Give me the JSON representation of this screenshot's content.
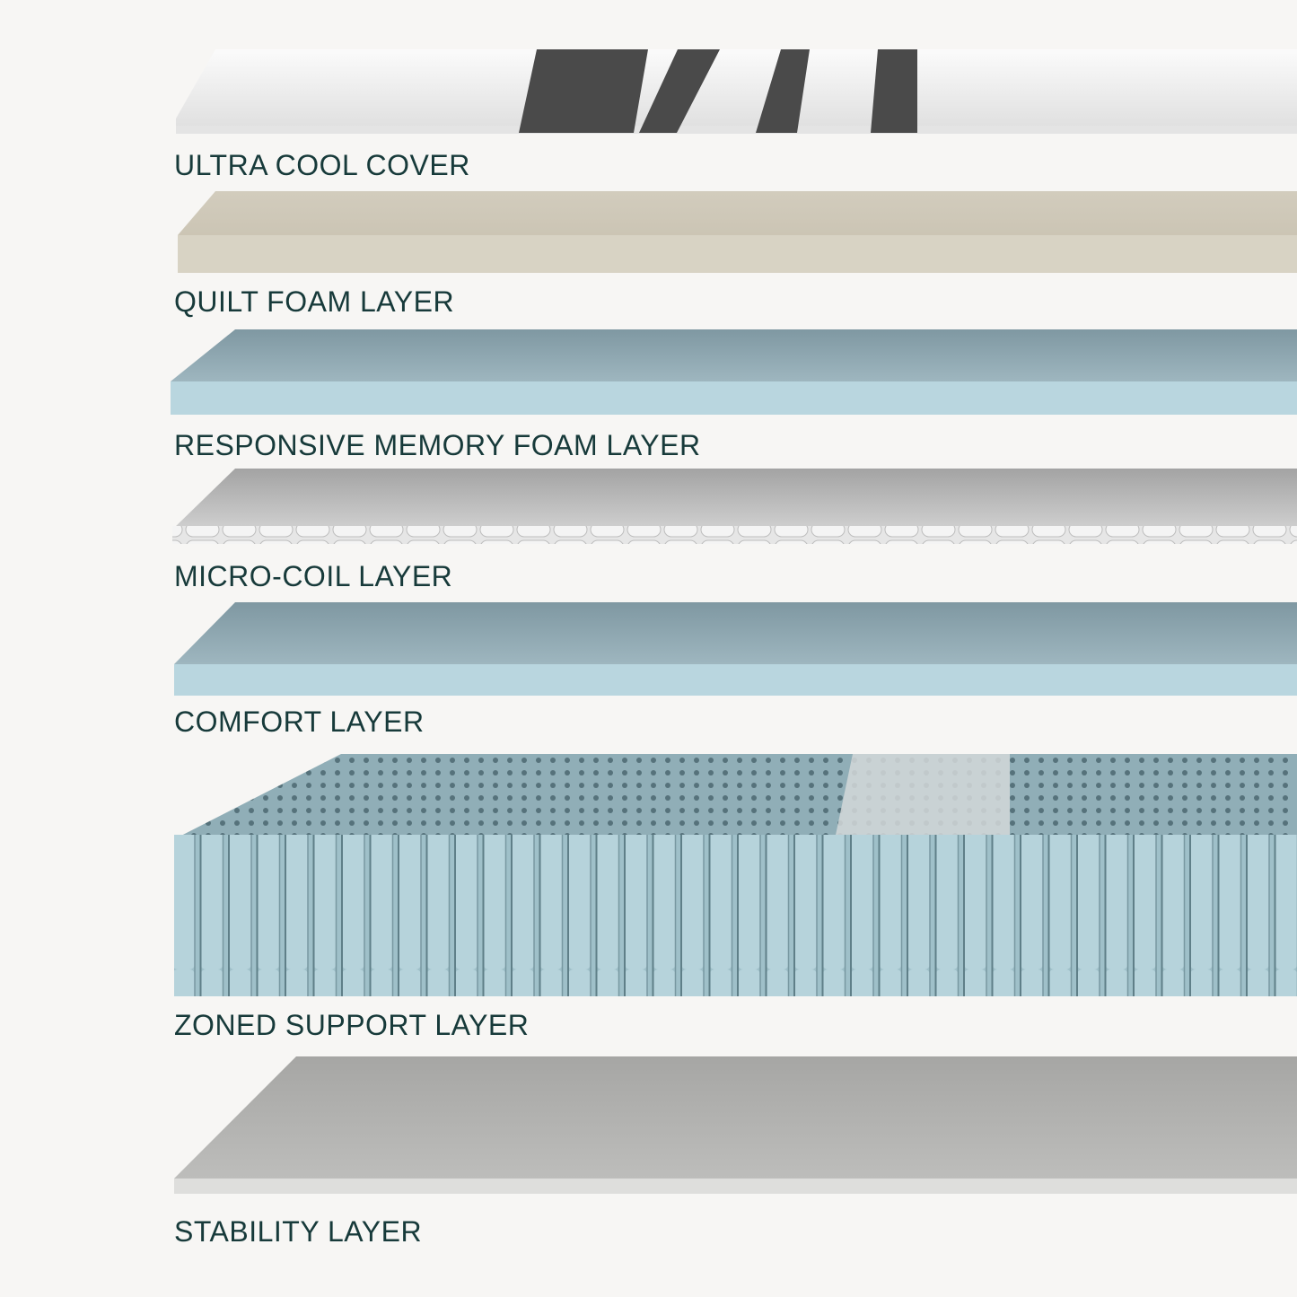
{
  "layers": [
    {
      "label": "ULTRA COOL COVER",
      "color": "#e9e9e9"
    },
    {
      "label": "QUILT FOAM LAYER",
      "color": "#d8d3c4"
    },
    {
      "label": "RESPONSIVE MEMORY FOAM LAYER",
      "color": "#b9d6df"
    },
    {
      "label": "MICRO-COIL LAYER",
      "color": "#dcdcdc"
    },
    {
      "label": "COMFORT LAYER",
      "color": "#b9d6df"
    },
    {
      "label": "ZONED SUPPORT LAYER",
      "color": "#a9c9d1"
    },
    {
      "label": "STABILITY LAYER",
      "color": "#cfcfcd"
    }
  ],
  "colors": {
    "label_text": "#173a3a",
    "background": "#f7f6f4",
    "cover_stripe": "#4a4a4a"
  }
}
